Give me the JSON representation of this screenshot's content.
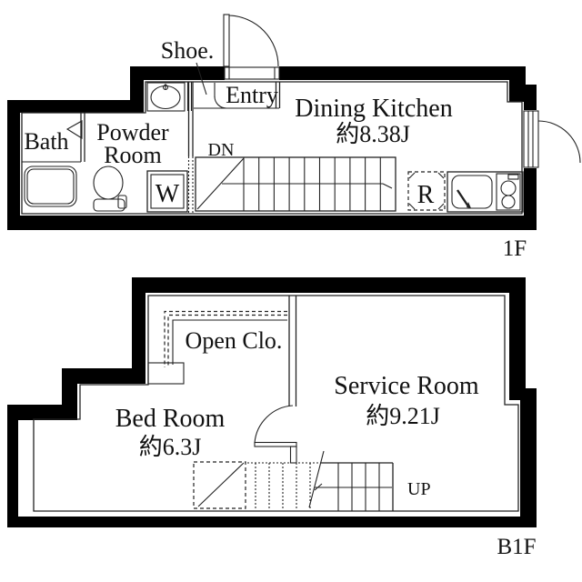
{
  "document": {
    "type": "floor-plan",
    "background": "#ffffff",
    "wall_color": "#000000",
    "line_color": "#222222",
    "text_color": "#111111"
  },
  "floor_1f": {
    "floor_label": "1F",
    "rooms": {
      "dining_kitchen": {
        "name": "Dining Kitchen",
        "area": "約8.38J"
      },
      "bath": {
        "name": "Bath"
      },
      "powder_room": {
        "name_line1": "Powder",
        "name_line2": "Room"
      },
      "entry": {
        "name": "Entry"
      },
      "shoe": {
        "name": "Shoe."
      }
    },
    "annotations": {
      "stairs_down": "DN",
      "washer": "W",
      "refrigerator": "R"
    }
  },
  "floor_b1f": {
    "floor_label": "B1F",
    "rooms": {
      "bed_room": {
        "name": "Bed Room",
        "area": "約6.3J"
      },
      "service_room": {
        "name": "Service Room",
        "area": "約9.21J"
      },
      "open_closet": {
        "name": "Open Clo."
      }
    },
    "annotations": {
      "stairs_up": "UP"
    }
  }
}
